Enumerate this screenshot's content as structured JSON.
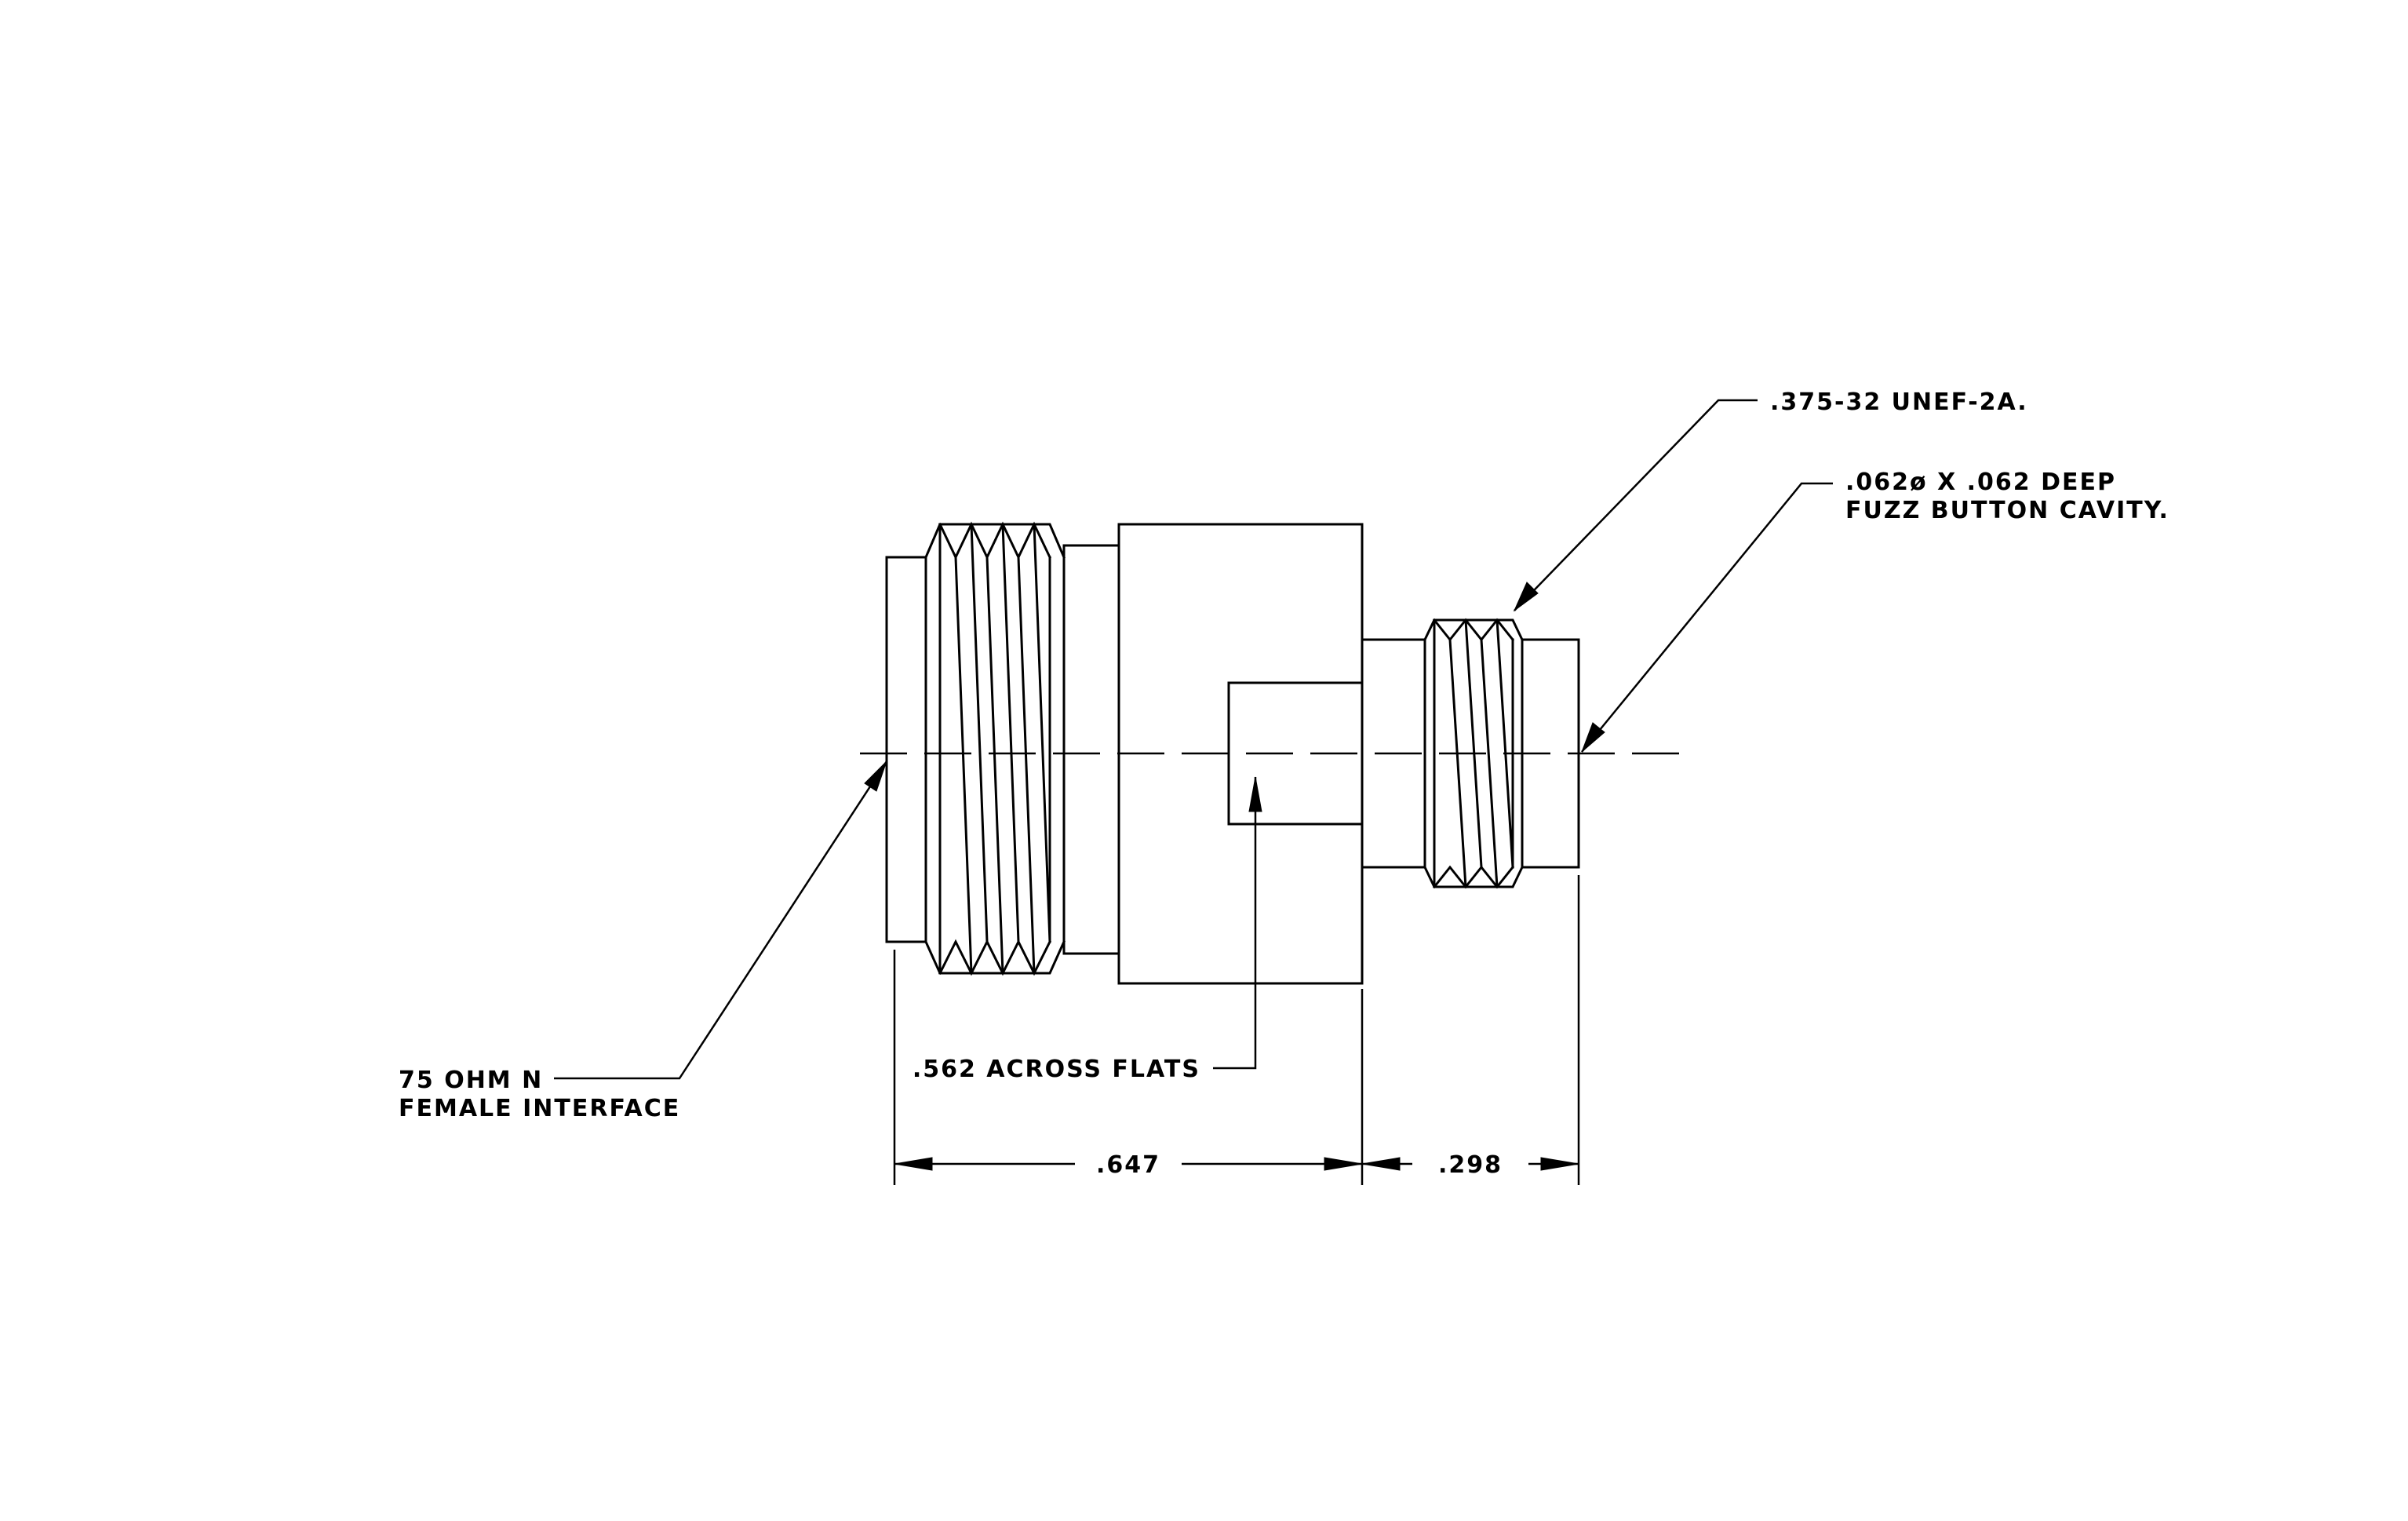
{
  "annotations": {
    "thread_spec": ".375-32 UNEF-2A.",
    "cavity_line1": ".062ø X .062 DEEP",
    "cavity_line2": "FUZZ BUTTON CAVITY.",
    "interface_line1": "75 OHM N",
    "interface_line2": "FEMALE INTERFACE",
    "flats": ".562 ACROSS FLATS"
  },
  "dimensions": {
    "length_main": ".647",
    "length_tail": ".298"
  }
}
